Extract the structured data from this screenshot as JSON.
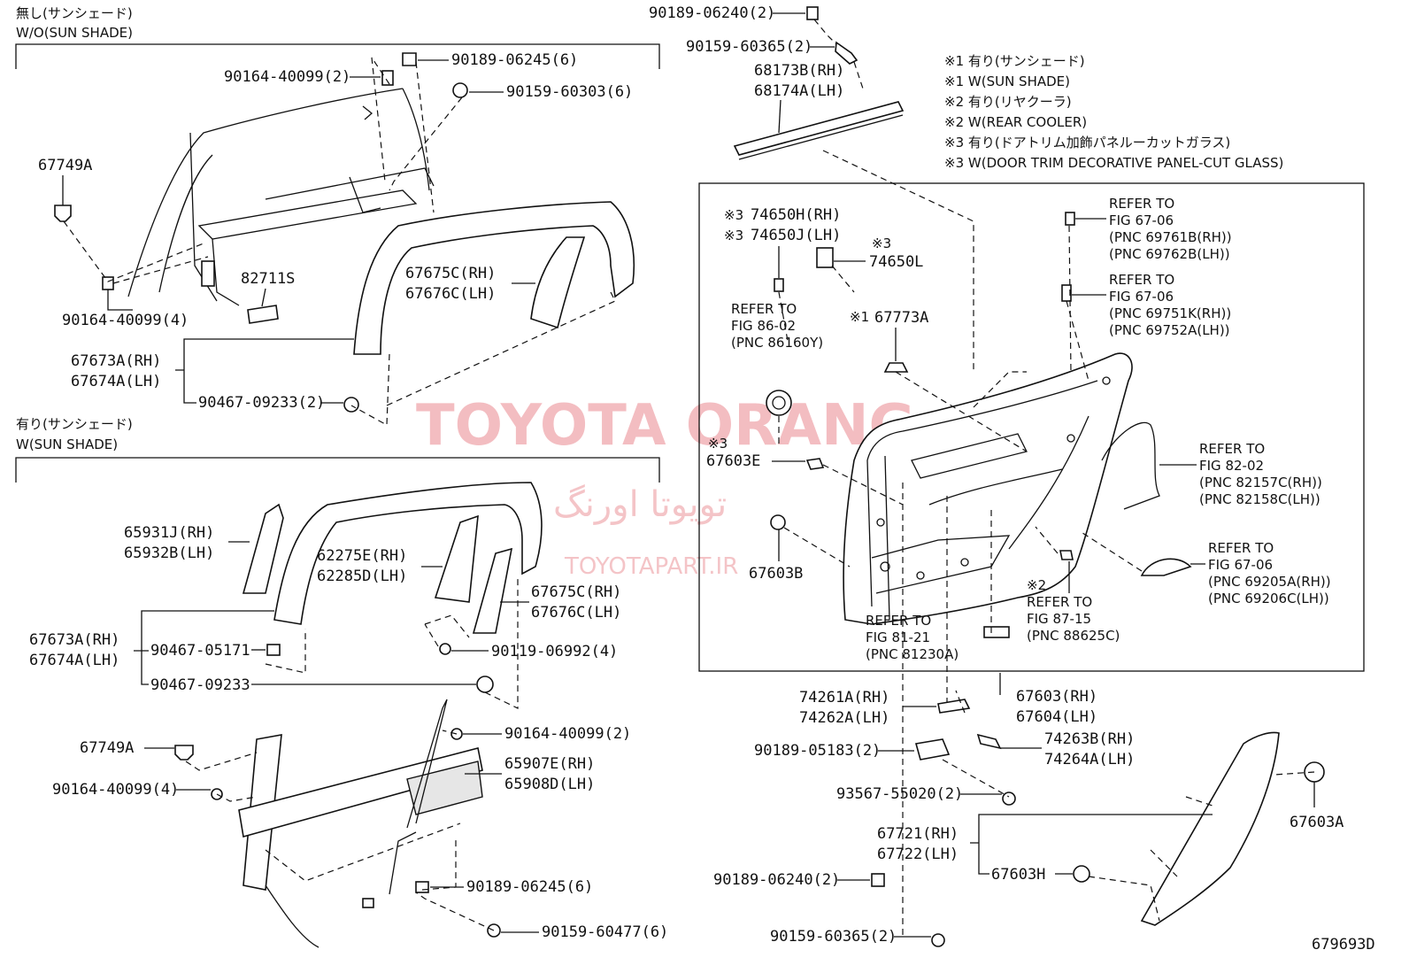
{
  "section_wo": {
    "jp": "無し(サンシェード)",
    "en": "W/O(SUN SHADE)"
  },
  "section_w": {
    "jp": "有り(サンシェード)",
    "en": "W(SUN SHADE)"
  },
  "notes": [
    "※1 有り(サンシェード)",
    "※1 W(SUN SHADE)",
    "※2 有り(リヤクーラ)",
    "※2 W(REAR COOLER)",
    "※3 有り(ドアトリム加飾パネルーカットガラス)",
    "※3 W(DOOR TRIM DECORATIVE PANEL-CUT GLASS)"
  ],
  "watermark": {
    "main": "TOYOTA ORANG",
    "persian": "تویوتا اورنگ",
    "url": "TOYOTAPART.IR"
  },
  "diagram_code": "679693D",
  "labels": {
    "l_90164_40099_2a": "90164-40099(2)",
    "l_90189_06245_6a": "90189-06245(6)",
    "l_90159_60303_6": "90159-60303(6)",
    "l_67749a_a": "67749A",
    "l_82711s": "82711S",
    "l_67675c_rh_a": "67675C(RH)",
    "l_67676c_lh_a": "67676C(LH)",
    "l_90164_40099_4a": "90164-40099(4)",
    "l_67673a_rh_a": "67673A(RH)",
    "l_67674a_lh_a": "67674A(LH)",
    "l_90467_09233_2": "90467-09233(2)",
    "l_65931j": "65931J(RH)",
    "l_65932b": "65932B(LH)",
    "l_62275e": "62275E(RH)",
    "l_62285d": "62285D(LH)",
    "l_67675c_rh_b": "67675C(RH)",
    "l_67676c_lh_b": "67676C(LH)",
    "l_67673a_rh_b": "67673A(RH)",
    "l_67674a_lh_b": "67674A(LH)",
    "l_90467_05171": "90467-05171",
    "l_90467_09233": "90467-09233",
    "l_90119_06992_4": "90119-06992(4)",
    "l_90164_40099_2b": "90164-40099(2)",
    "l_67749a_b": "67749A",
    "l_65907e": "65907E(RH)",
    "l_65908d": "65908D(LH)",
    "l_90164_40099_4b": "90164-40099(4)",
    "l_90189_06245_6b": "90189-06245(6)",
    "l_90159_60477_6": "90159-60477(6)",
    "l_90189_06240_2a": "90189-06240(2)",
    "l_90159_60365_2a": "90159-60365(2)",
    "l_68173b": "68173B(RH)",
    "l_68174a": "68174A(LH)",
    "l_74650h": "74650H(RH)",
    "l_74650j": "74650J(LH)",
    "l_74650l": "74650L",
    "l_67773a": "67773A",
    "l_67603e": "67603E",
    "l_67603b": "67603B",
    "l_74261a": "74261A(RH)",
    "l_74262a": "74262A(LH)",
    "l_67603_rh": "67603(RH)",
    "l_67604_lh": "67604(LH)",
    "l_74263b": "74263B(RH)",
    "l_74264a": "74264A(LH)",
    "l_90189_05183_2": "90189-05183(2)",
    "l_93567_55020_2": "93567-55020(2)",
    "l_67721": "67721(RH)",
    "l_67722": "67722(LH)",
    "l_67603h": "67603H",
    "l_67603a": "67603A",
    "l_90189_06240_2b": "90189-06240(2)",
    "l_90159_60365_2b": "90159-60365(2)"
  },
  "refs": {
    "r_fig8602": [
      "REFER TO",
      "FIG 86-02",
      "(PNC 86160Y)"
    ],
    "r_fig6706a": [
      "REFER TO",
      "FIG 67-06",
      "(PNC 69761B(RH))",
      "(PNC 69762B(LH))"
    ],
    "r_fig6706b": [
      "REFER TO",
      "FIG 67-06",
      "(PNC 69751K(RH))",
      "(PNC 69752A(LH))"
    ],
    "r_fig8202": [
      "REFER TO",
      "FIG 82-02",
      "(PNC 82157C(RH))",
      "(PNC 82158C(LH))"
    ],
    "r_fig6706c": [
      "REFER TO",
      "FIG 67-06",
      "(PNC 69205A(RH))",
      "(PNC 69206C(LH))"
    ],
    "r_fig8715": [
      "REFER TO",
      "FIG 87-15",
      "(PNC 88625C)"
    ],
    "r_fig8121": [
      "REFER TO",
      "FIG 81-21",
      "(PNC 81230A)"
    ]
  },
  "marks": {
    "m1": "※1",
    "m2": "※2",
    "m3": "※3"
  }
}
